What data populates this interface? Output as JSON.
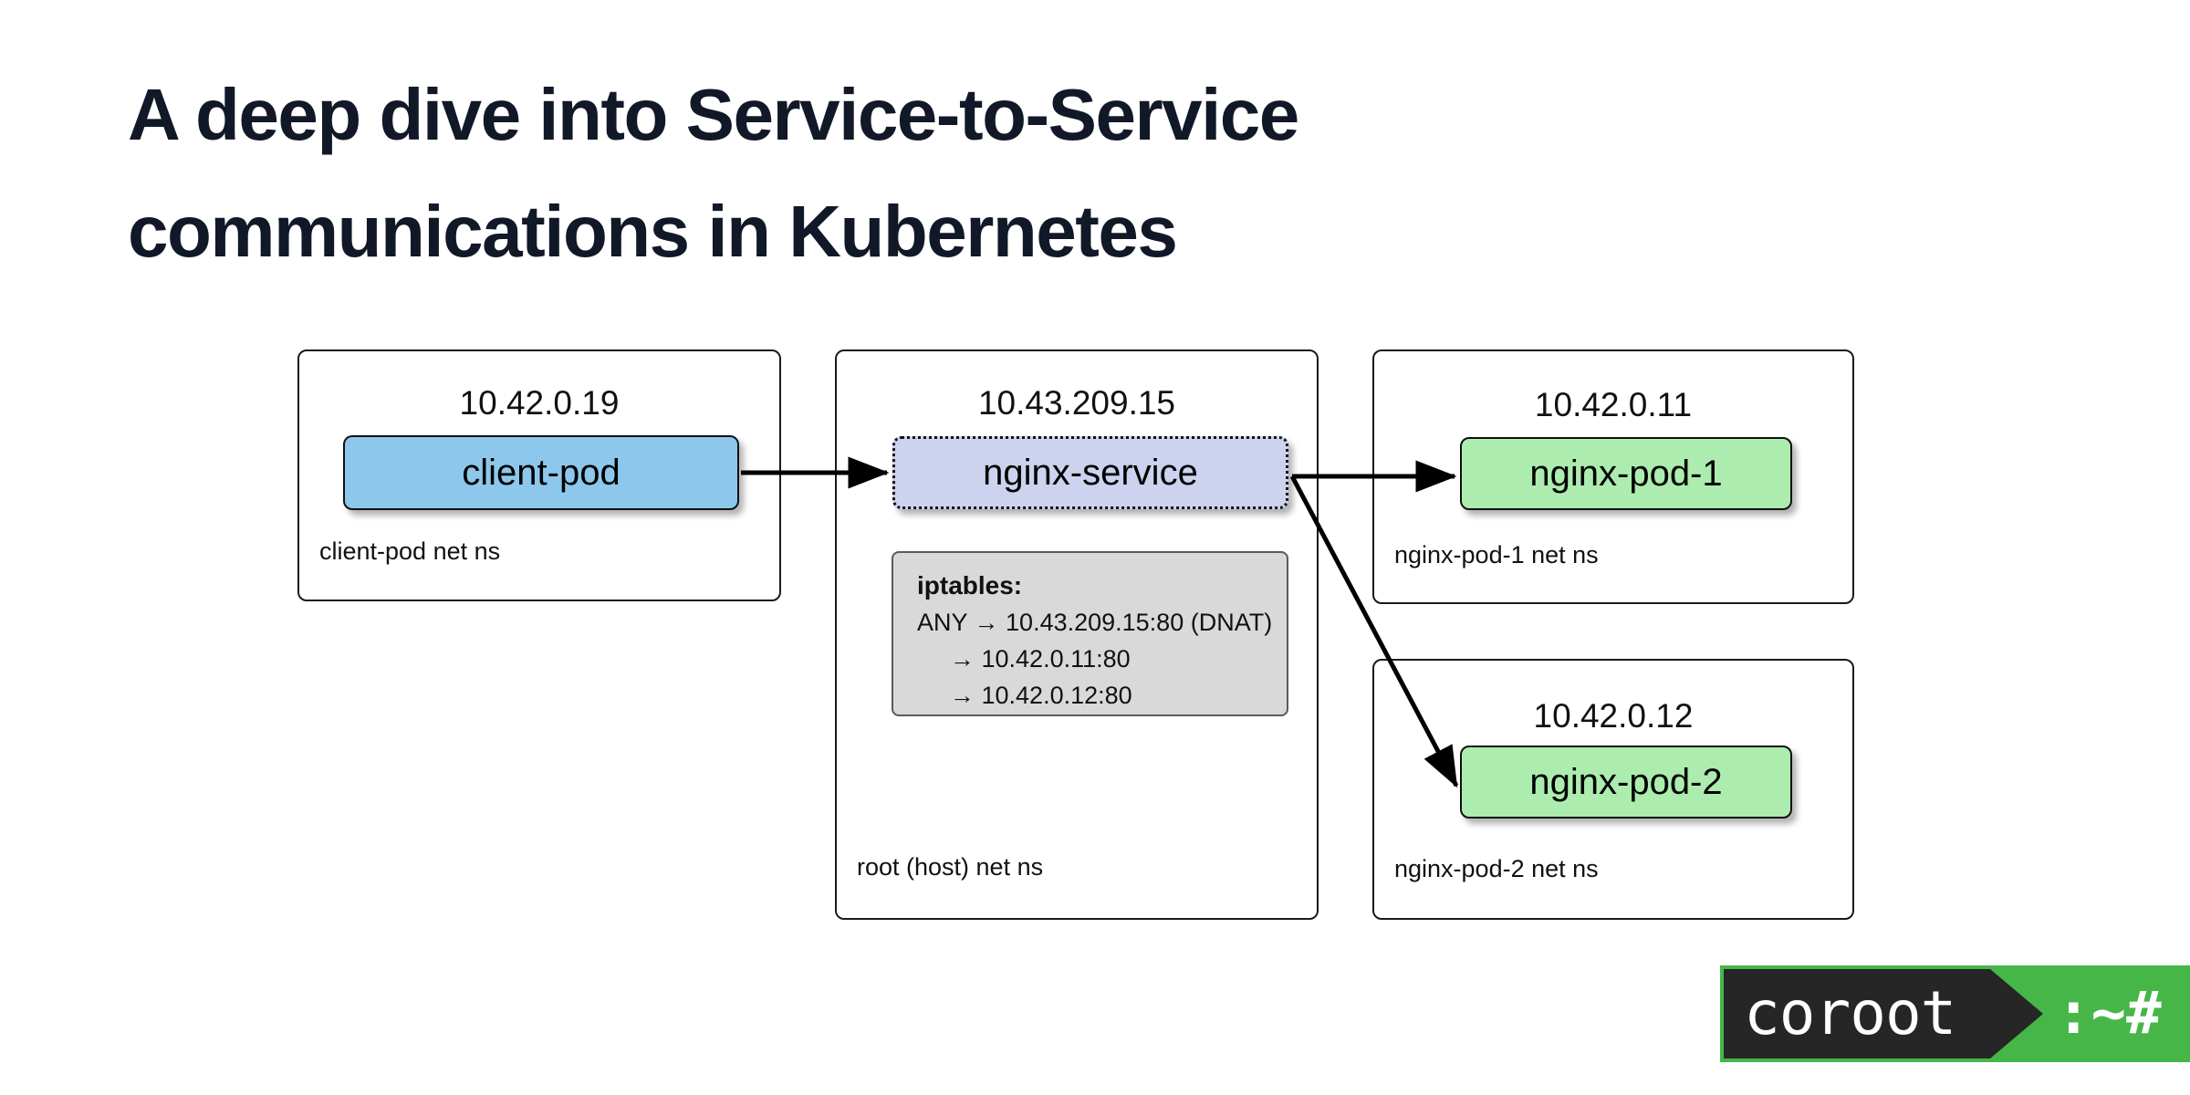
{
  "slide": {
    "title": "A deep dive into Service-to-Service\ncommunications in Kubernetes",
    "title_color": "#111827",
    "background": "#ffffff"
  },
  "namespaces": [
    {
      "id": "client",
      "ip": "10.42.0.19",
      "label": "client-pod net ns",
      "node": {
        "name": "client-pod",
        "color": "#8DC8EC",
        "border": "solid"
      }
    },
    {
      "id": "root",
      "ip": "10.43.209.15",
      "label": "root (host) net ns",
      "node": {
        "name": "nginx-service",
        "color": "#CDD3EE",
        "border": "dotted"
      }
    },
    {
      "id": "pod1",
      "ip": "10.42.0.11",
      "label": "nginx-pod-1 net ns",
      "node": {
        "name": "nginx-pod-1",
        "color": "#ADECAF",
        "border": "solid"
      }
    },
    {
      "id": "pod2",
      "ip": "10.42.0.12",
      "label": "nginx-pod-2 net ns",
      "node": {
        "name": "nginx-pod-2",
        "color": "#ADECAF",
        "border": "solid"
      }
    }
  ],
  "iptables": {
    "title": "iptables:",
    "rule": "ANY → 10.43.209.15:80 (DNAT)",
    "targets": [
      "→ 10.42.0.11:80",
      "→ 10.42.0.12:80"
    ],
    "background": "#D9D9D9"
  },
  "arrows": [
    {
      "from": "client-pod",
      "to": "nginx-service",
      "kind": "straight"
    },
    {
      "from": "nginx-service",
      "to": "nginx-pod-1",
      "kind": "straight"
    },
    {
      "from": "nginx-service",
      "to": "nginx-pod-2",
      "kind": "diagonal"
    }
  ],
  "logo": {
    "word": "coroot",
    "prompt": ":~#",
    "dark": "#262626",
    "green": "#46B649"
  }
}
